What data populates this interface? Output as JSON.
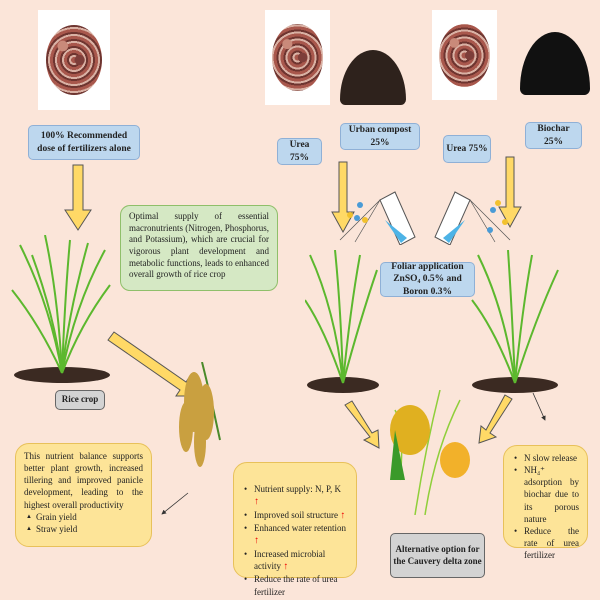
{
  "left": {
    "fertilizer_label": "100% Recommended dose of fertilizers alone",
    "macronutrient_note": "Optimal supply of essential macronutrients (Nitrogen, Phosphorus, and Potassium), which are crucial for vigorous plant development and metabolic functions, leads to enhanced overall growth of rice crop",
    "rice_crop_label": "Rice crop",
    "productivity_note": "This nutrient balance supports better plant growth, increased tillering and improved panicle development, leading to the highest overall productivity",
    "yields": [
      "Grain yield",
      "Straw yield"
    ]
  },
  "right": {
    "urea1_label": "Urea 75%",
    "compost_label": "Urban compost 25%",
    "urea2_label": "Urea 75%",
    "biochar_label": "Biochar 25%",
    "foliar_label": "Foliar application ZnSO₄ 0.5% and Boron 0.3%",
    "compost_benefits": [
      "Nutrient supply: N, P, K",
      "Improved soil structure",
      "Enhanced water retention",
      "Increased microbial activity",
      "Reduce the rate of  urea fertilizer"
    ],
    "biochar_benefits": [
      "N slow release",
      "NH₄⁺ adsorption by biochar due to its porous nature",
      "Reduce the rate of urea fertilizer"
    ],
    "alternative_label": "Alternative option for the Cauvery delta zone"
  },
  "colors": {
    "background": "#fbe5d9",
    "arrow": "#ffd966"
  }
}
